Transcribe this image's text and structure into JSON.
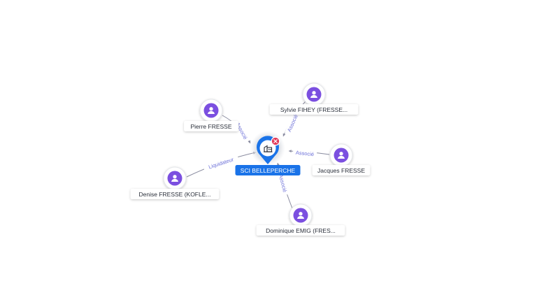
{
  "colors": {
    "edge": "#8a8ca0",
    "edge_label": "#6b6fd8",
    "person_circle": "#7b4fe0",
    "center_blue": "#1a73e8",
    "badge_red": "#e23a5a",
    "node_label_text": "#2a2f3a"
  },
  "center": {
    "name": "SCI BELLEPERCHE",
    "icon": "building-icon",
    "badge_icon": "close-icon"
  },
  "persons": [
    {
      "id": "pierre",
      "name": "Pierre FRESSE",
      "icon": "person-icon"
    },
    {
      "id": "sylvie",
      "name": "Sylvie FIHEY (FRESSE...",
      "icon": "person-icon"
    },
    {
      "id": "jacques",
      "name": "Jacques FRESSE",
      "icon": "person-icon"
    },
    {
      "id": "denise",
      "name": "Denise FRESSE (KOFLE...",
      "icon": "person-icon"
    },
    {
      "id": "dominique",
      "name": "Dominique EMIG (FRES...",
      "icon": "person-icon"
    }
  ],
  "edges": [
    {
      "from": "pierre",
      "label": "Associé"
    },
    {
      "from": "sylvie",
      "label": "Associé"
    },
    {
      "from": "jacques",
      "label": "Associé"
    },
    {
      "from": "denise",
      "label": "Liquidateur"
    },
    {
      "from": "dominique",
      "label": "Associé"
    }
  ]
}
